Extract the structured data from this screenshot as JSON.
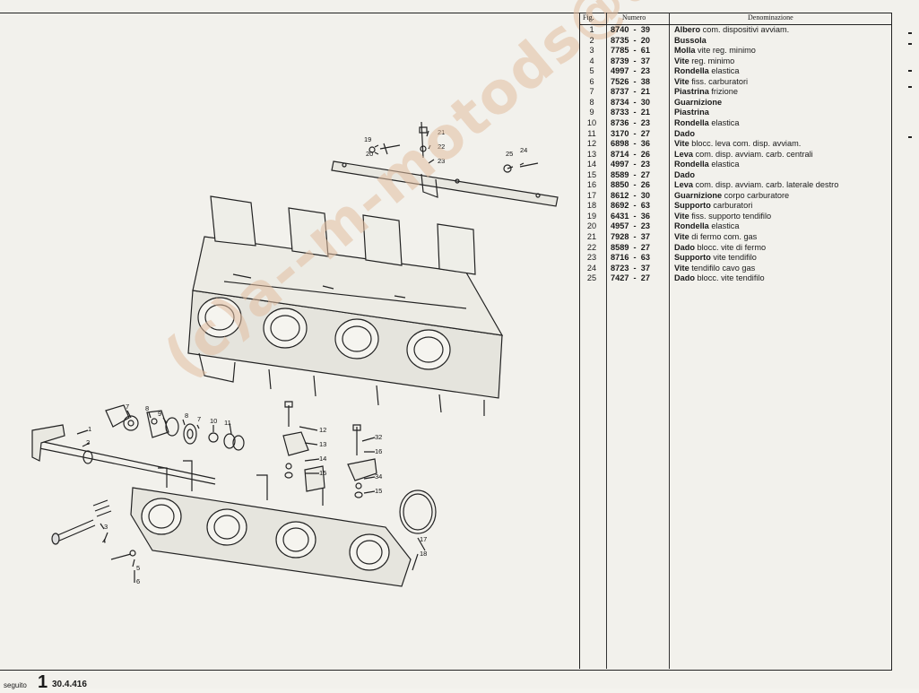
{
  "table": {
    "headers": {
      "fig": "Fig.",
      "numero": "Numero",
      "denominazione": "Denominazione"
    },
    "rows": [
      {
        "fig": "1",
        "numero": "8740  -  39",
        "den_bold": "Albero",
        "den_rest": " com. dispositivi avviam."
      },
      {
        "fig": "2",
        "numero": "8735  -  20",
        "den_bold": "Bussola",
        "den_rest": ""
      },
      {
        "fig": "3",
        "numero": "7785  -  61",
        "den_bold": "Molla",
        "den_rest": " vite reg. minimo"
      },
      {
        "fig": "4",
        "numero": "8739  -  37",
        "den_bold": "Vite",
        "den_rest": " reg. minimo"
      },
      {
        "fig": "5",
        "numero": "4997  -  23",
        "den_bold": "Rondella",
        "den_rest": " elastica"
      },
      {
        "fig": "6",
        "numero": "7526  -  38",
        "den_bold": "Vite",
        "den_rest": " fiss. carburatori"
      },
      {
        "fig": "7",
        "numero": "8737  -  21",
        "den_bold": "Piastrina",
        "den_rest": " frizione"
      },
      {
        "fig": "8",
        "numero": "8734  -  30",
        "den_bold": "Guarnizione",
        "den_rest": ""
      },
      {
        "fig": "9",
        "numero": "8733  -  21",
        "den_bold": "Piastrina",
        "den_rest": ""
      },
      {
        "fig": "10",
        "numero": "8736  -  23",
        "den_bold": "Rondella",
        "den_rest": " elastica"
      },
      {
        "fig": "11",
        "numero": "3170  -  27",
        "den_bold": "Dado",
        "den_rest": ""
      },
      {
        "fig": "12",
        "numero": "6898  -  36",
        "den_bold": "Vite",
        "den_rest": " blocc. leva com. disp. avviam."
      },
      {
        "fig": "13",
        "numero": "8714  -  26",
        "den_bold": "Leva",
        "den_rest": " com. disp. avviam. carb. centrali"
      },
      {
        "fig": "14",
        "numero": "4997  -  23",
        "den_bold": "Rondella",
        "den_rest": " elastica"
      },
      {
        "fig": "15",
        "numero": "8589  -  27",
        "den_bold": "Dado",
        "den_rest": ""
      },
      {
        "fig": "16",
        "numero": "8850  -  26",
        "den_bold": "Leva",
        "den_rest": " com. disp. avviam. carb. laterale destro"
      },
      {
        "fig": "17",
        "numero": "8612  -  30",
        "den_bold": "Guarnizione",
        "den_rest": " corpo carburatore"
      },
      {
        "fig": "18",
        "numero": "8692  -  63",
        "den_bold": "Supporto",
        "den_rest": " carburatori"
      },
      {
        "fig": "19",
        "numero": "6431  -  36",
        "den_bold": "Vite",
        "den_rest": " fiss. supporto tendifilo"
      },
      {
        "fig": "20",
        "numero": "4957  -  23",
        "den_bold": "Rondella",
        "den_rest": " elastica"
      },
      {
        "fig": "21",
        "numero": "7928  -  37",
        "den_bold": "Vite",
        "den_rest": " di fermo com. gas"
      },
      {
        "fig": "22",
        "numero": "8589  -  27",
        "den_bold": "Dado",
        "den_rest": " blocc. vite di fermo"
      },
      {
        "fig": "23",
        "numero": "8716  -  63",
        "den_bold": "Supporto",
        "den_rest": " vite tendifilo"
      },
      {
        "fig": "24",
        "numero": "8723  -  37",
        "den_bold": "Vite",
        "den_rest": " tendifilo cavo gas"
      },
      {
        "fig": "25",
        "numero": "7427  -  27",
        "den_bold": "Dado",
        "den_rest": " blocc. vite tendifilo"
      }
    ]
  },
  "footer": {
    "seguito": "seguito",
    "page_big": "1",
    "code": "30.4.416"
  },
  "watermark": "(c)a--m-motods@a--o",
  "callouts": [
    "1",
    "2",
    "3",
    "4",
    "5",
    "6",
    "7",
    "8",
    "9",
    "7",
    "10",
    "11",
    "12",
    "13",
    "14",
    "15",
    "16",
    "32",
    "34",
    "15",
    "17",
    "18",
    "19",
    "20",
    "21",
    "22",
    "23",
    "25",
    "24"
  ]
}
